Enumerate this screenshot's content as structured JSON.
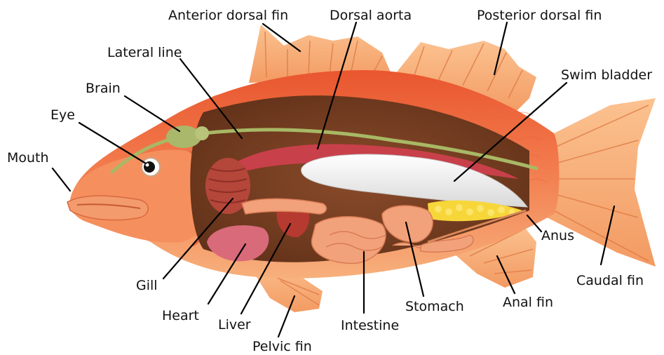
{
  "labels": {
    "anterior_dorsal_fin": "Anterior dorsal fin",
    "dorsal_aorta": "Dorsal aorta",
    "posterior_dorsal_fin": "Posterior dorsal fin",
    "lateral_line": "Lateral line",
    "swim_bladder": "Swim bladder",
    "brain": "Brain",
    "eye": "Eye",
    "mouth": "Mouth",
    "anus": "Anus",
    "caudal_fin": "Caudal fin",
    "gill": "Gill",
    "anal_fin": "Anal fin",
    "stomach": "Stomach",
    "heart": "Heart",
    "liver": "Liver",
    "intestine": "Intestine",
    "pelvic_fin": "Pelvic fin"
  },
  "colors": {
    "body": "#f27a4c",
    "body_dark": "#e0552f",
    "fin": "#f7a574",
    "fin_ray": "#e07b45",
    "cavity": "#6e3a20",
    "aorta": "#c8404a",
    "swim_bladder": "#f4f4f4",
    "nerve": "#a8b865",
    "brain": "#a9b86a",
    "heart": "#c44a3c",
    "liver": "#d96a7a",
    "intestine": "#f2a27a",
    "gonad": "#f7d63a",
    "gill": "#b5463a"
  }
}
